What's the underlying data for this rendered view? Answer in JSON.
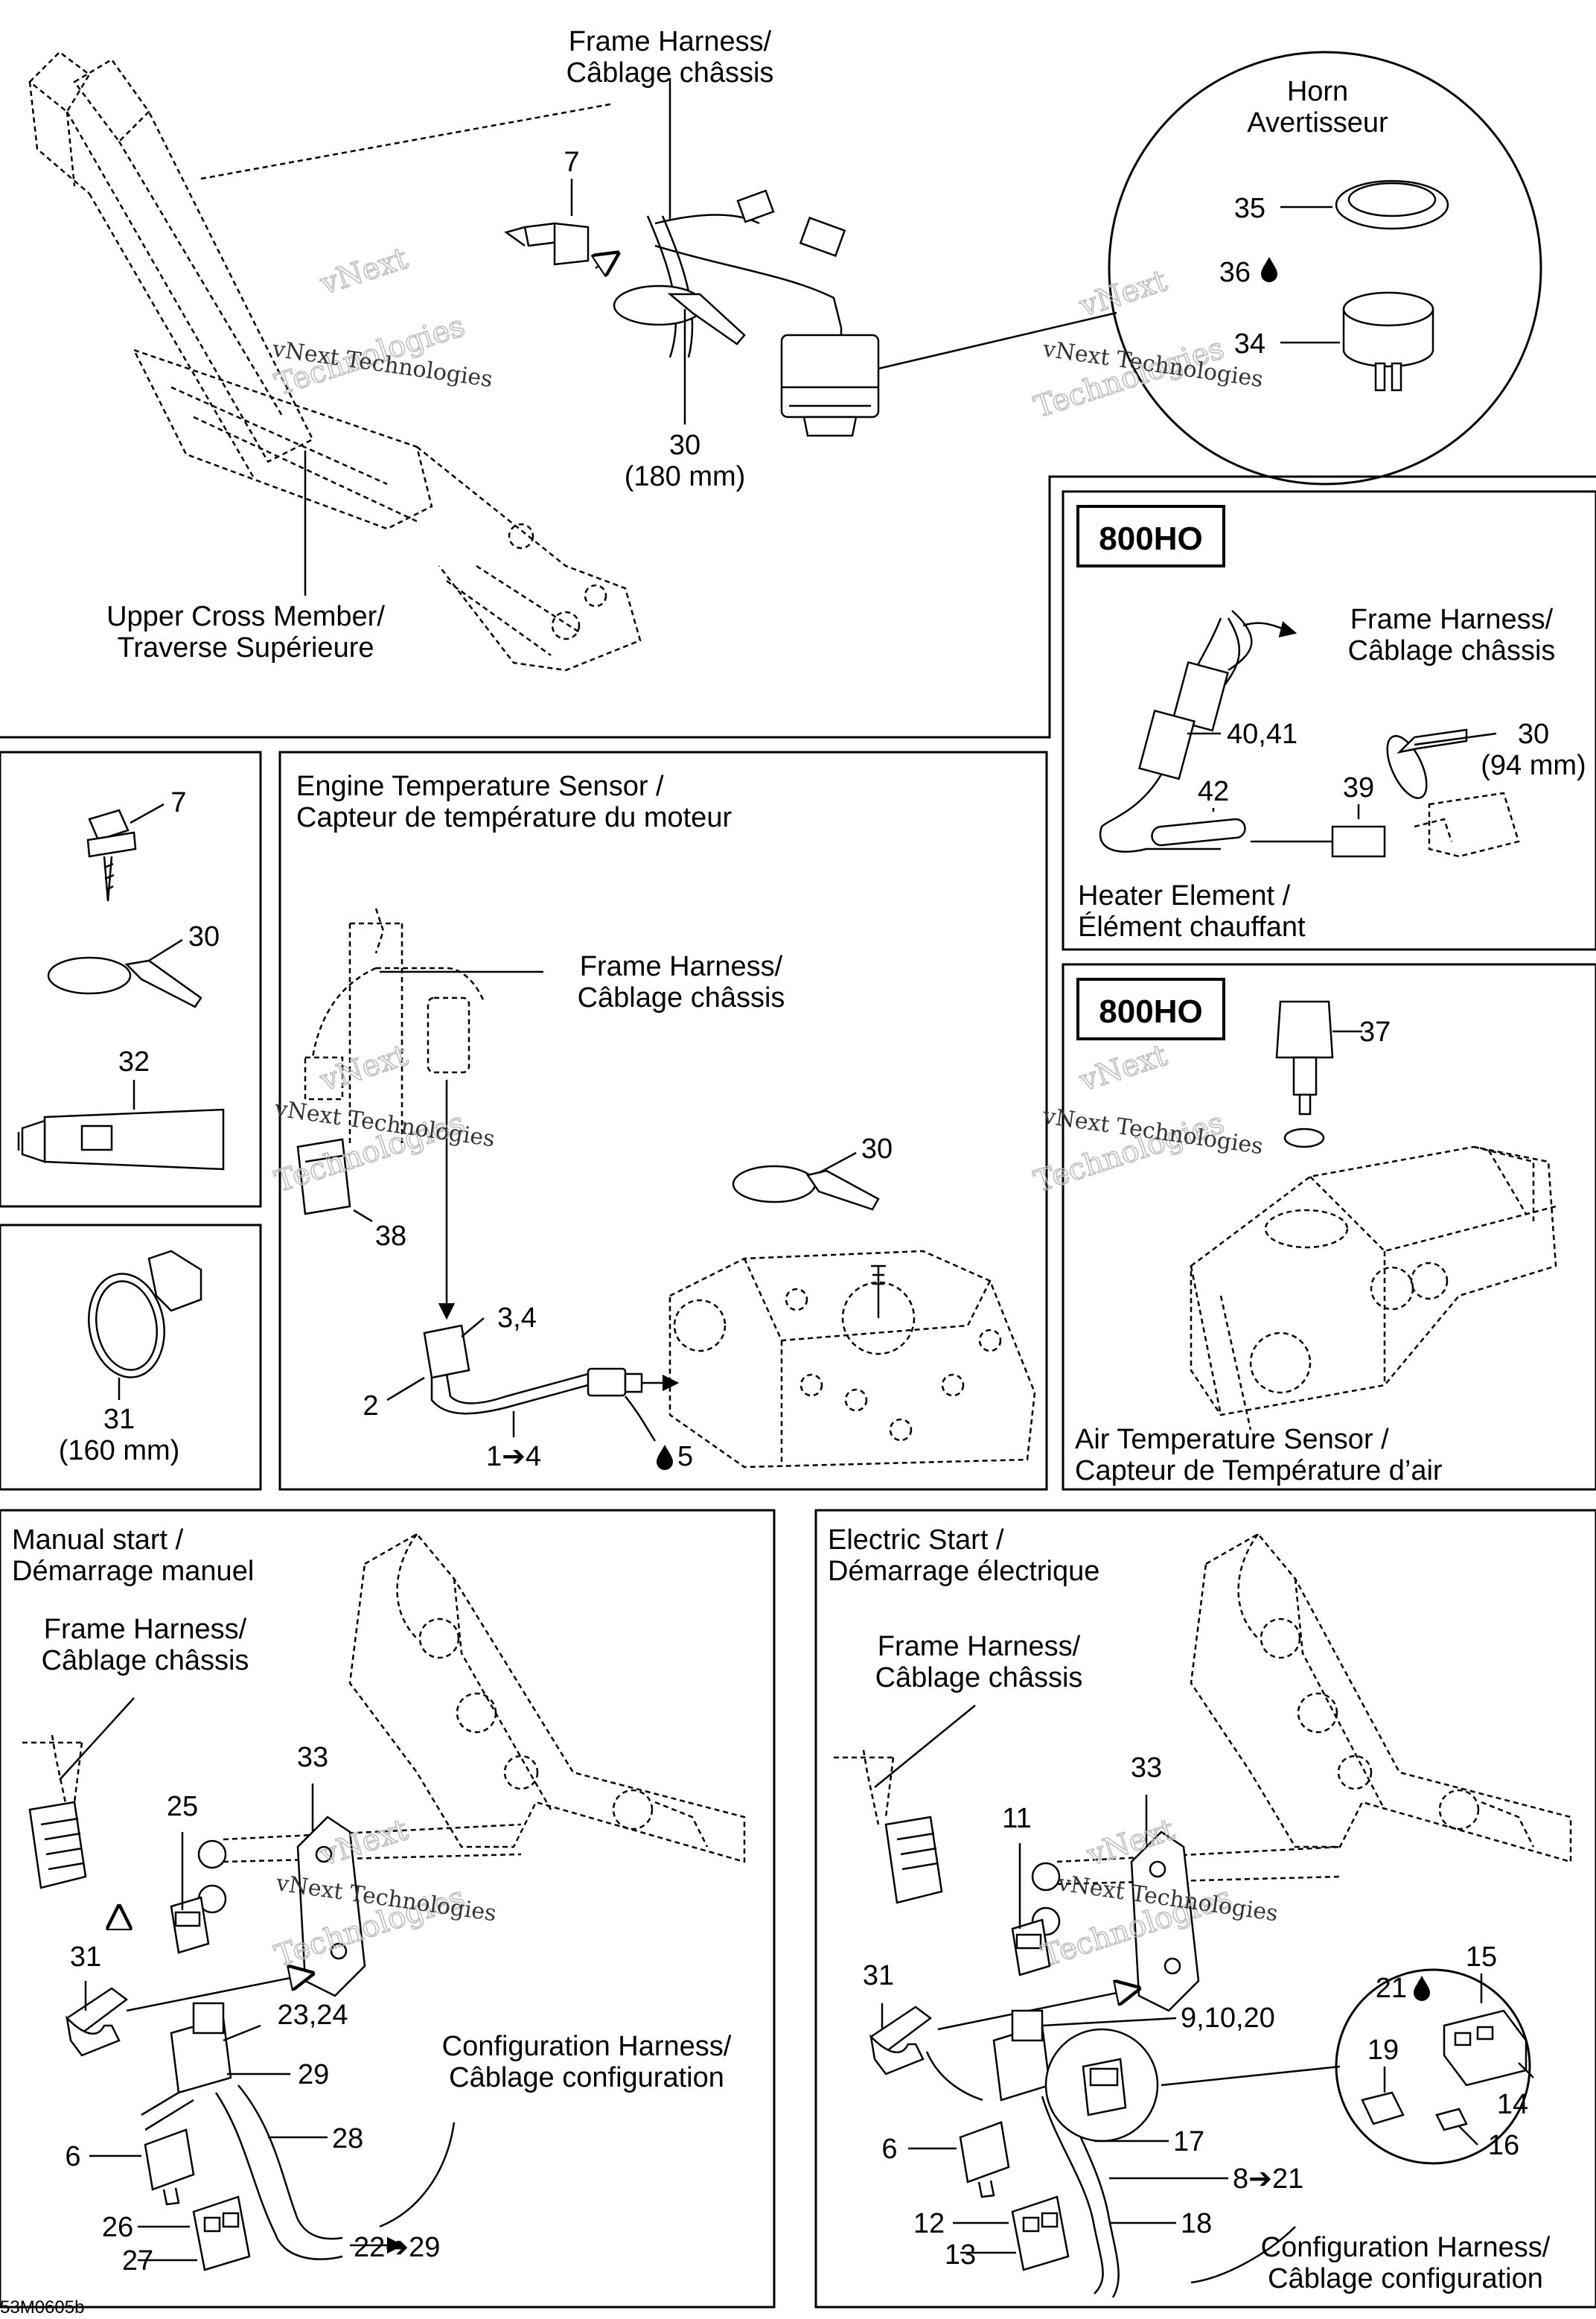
{
  "labels": {
    "frame_harness_top": [
      "Frame Harness/",
      "Câblage châssis"
    ],
    "horn": [
      "Horn",
      "Avertisseur"
    ],
    "upper_cross_member": [
      "Upper Cross Member/",
      "Traverse Supérieure"
    ],
    "engine_temp_sensor": [
      "Engine Temperature Sensor /",
      "Capteur de température du moteur"
    ],
    "frame_harness_engine": [
      "Frame Harness/",
      "Câblage châssis"
    ],
    "frame_harness_heater": [
      "Frame Harness/",
      "Câblage châssis"
    ],
    "heater_element": [
      "Heater Element /",
      "Élément chauffant"
    ],
    "air_temp_sensor": [
      "Air Temperature Sensor /",
      "Capteur de Température d’air"
    ],
    "manual_start": [
      "Manual start /",
      "Démarrage manuel"
    ],
    "frame_harness_manual": [
      "Frame Harness/",
      "Câblage châssis"
    ],
    "config_harness_manual": [
      "Configuration Harness/",
      "Câblage configuration"
    ],
    "electric_start": [
      "Electric Start /",
      "Démarrage électrique"
    ],
    "frame_harness_electric": [
      "Frame Harness/",
      "Câblage châssis"
    ],
    "config_harness_electric": [
      "Configuration Harness/",
      "Câblage configuration"
    ]
  },
  "badges": {
    "heater": "800HO",
    "air_sensor": "800HO"
  },
  "callouts": {
    "top_screw": "7",
    "top_tie": "30",
    "top_tie_len": "(180 mm)",
    "horn_ring": "35",
    "horn_grease": "36",
    "horn_body": "34",
    "heater_connector": "40,41",
    "heater_sleeve": "42",
    "heater_pad": "39",
    "heater_tie": "30",
    "heater_tie_len": "(94 mm)",
    "air_sensor": "37",
    "hw_screw": "7",
    "hw_tie": "30",
    "hw_tube": "32",
    "hw_clamp": "31",
    "hw_clamp_len": "(160 mm)",
    "eng_cap": "38",
    "eng_tie": "30",
    "eng_connector": "3,4",
    "eng_housing": "2",
    "eng_range": "1➔4",
    "eng_grease": "5",
    "man_plate": "33",
    "man_fuse": "25",
    "man_clamp": "31",
    "man_relay_top": "23,24",
    "man_relay_sub": "29",
    "man_harness": "28",
    "man_relay": "6",
    "man_conn_a": "26",
    "man_conn_b": "27",
    "man_range": "22➔29",
    "ele_plate": "33",
    "ele_fuse": "11",
    "ele_clamp": "31",
    "ele_relay_top": "9,10,20",
    "ele_relay": "6",
    "ele_harness": "17",
    "ele_range": "8➔21",
    "ele_tube": "18",
    "ele_conn_a": "12",
    "ele_conn_b": "13",
    "ele_fuse_grease": "21",
    "ele_fuse_holder": "15",
    "ele_fuse_blade": "19",
    "ele_fuse_body": "14",
    "ele_fuse_small": "16"
  },
  "watermark": {
    "brand": "vNext",
    "full": "vNext Technologies",
    "word": "Technologies"
  },
  "figure_code": "53M0605b"
}
